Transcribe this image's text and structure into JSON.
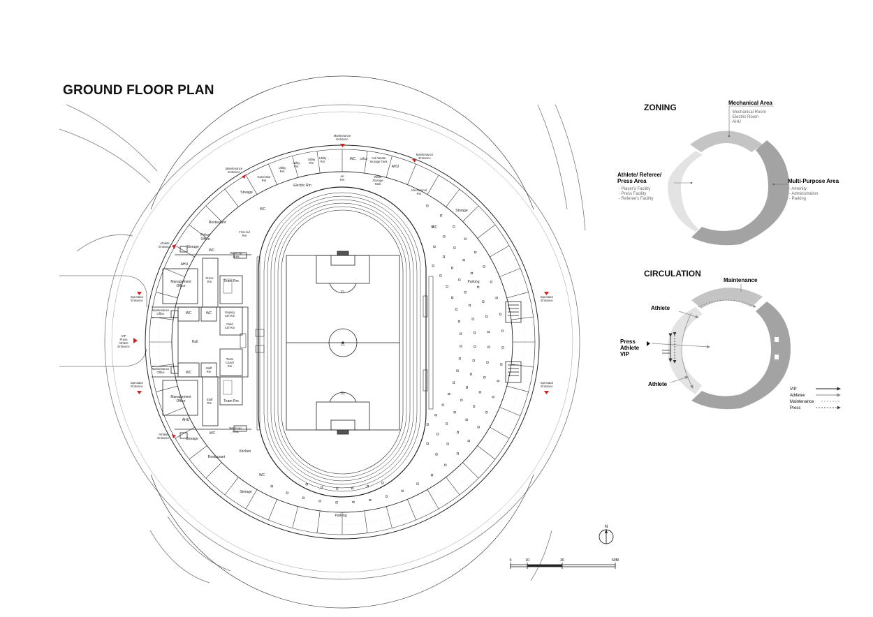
{
  "plan_title": "GROUND FLOOR PLAN",
  "rooms": {
    "maintenance_entrance_top": [
      "Maintenance",
      "Entrance"
    ],
    "maintenance_entrance_nw": [
      "Maintenance",
      "Entrance"
    ],
    "maintenance_entrance_ne": [
      "Maintenance",
      "Entrance"
    ],
    "generator_rm": [
      "Generator",
      "Rm"
    ],
    "utility_rm_1": [
      "Utility",
      "Rm"
    ],
    "utility_rm_2": [
      "Utility",
      "Rm"
    ],
    "utility_rm_3": [
      "Utility",
      "Rm"
    ],
    "wc_top": "WC",
    "office_top": "Office",
    "anti_waste_storage": [
      "Anti Waste",
      "Storage Tank"
    ],
    "ahu_top": "AHU",
    "electric_rm": "Electric Rm",
    "air_rm": [
      "Air",
      "Rm"
    ],
    "water_storage_tank": [
      "Water",
      "Storage",
      "Tank"
    ],
    "mechanical_rm": [
      "Mechanical",
      "Rm"
    ],
    "storage_nw": "Storage",
    "wc_nw": "WC",
    "storage_ne": "Storage",
    "wc_ne": "WC",
    "restaurant_n": "Restaurant",
    "first_aid_rm": [
      "First Aid",
      "Rm"
    ],
    "police_office": [
      "Police",
      "Office"
    ],
    "athlete_entrance_n": [
      "Athlete",
      "Entrance"
    ],
    "storage_w1": "Storage",
    "wc_w1": "WC",
    "warmup_area_n": [
      "Warm-up",
      "Area"
    ],
    "ahu_w1": "AHU",
    "management_office_n": [
      "Management",
      "Office"
    ],
    "press_rm": [
      "Press",
      "Rm"
    ],
    "team_rm_n": "Team Rm",
    "spectator_entrance_nw": [
      "Spectator",
      "Entrance"
    ],
    "maintenance_office_n": [
      "Maintenance",
      "Office"
    ],
    "wc_w2": "WC",
    "wc_w3": "WC",
    "doping_ctrl_rm": [
      "Doping",
      "Ctrl Rm"
    ],
    "field_ctrl_rm": [
      "Field",
      "Ctrl Rm"
    ],
    "vip_press_athlete_entrance": [
      "VIP",
      "Press",
      "Athlete",
      "Entrance"
    ],
    "hall": "Hall",
    "maintenance_office_s": [
      "Maintenance",
      "Office"
    ],
    "wc_w4": "WC",
    "staff_rm_1": [
      "Staff",
      "Rm"
    ],
    "team_coach_rm": [
      "Team",
      "Coach",
      "Rm"
    ],
    "spectator_entrance_sw": [
      "Spectator",
      "Entrance"
    ],
    "management_office_s": [
      "Management",
      "Office"
    ],
    "staff_rm_2": [
      "Staff",
      "Rm"
    ],
    "team_rm_s": "Team Rm",
    "ahu_w2": "AHU",
    "athlete_entrance_s": [
      "Athlete",
      "Entrance"
    ],
    "storage_w2": "Storage",
    "wc_w5": "WC",
    "warmup_area_s": [
      "Warm-up",
      "Area"
    ],
    "restaurant_s": "Restaurant",
    "kitchen": "Kitchen",
    "wc_sw": "WC",
    "storage_sw": "Storage",
    "parking_e": "Parking",
    "parking_s": "Parking",
    "spectator_entrance_ne": [
      "Spectator",
      "Entrance"
    ],
    "spectator_entrance_se": [
      "Spectator",
      "Entrance"
    ],
    "cl_top": "CL",
    "cl_center": "CL",
    "cl_bottom": "CL"
  },
  "north_arrow": "N",
  "scale_bar": {
    "ticks": [
      "0",
      "10",
      "30",
      "60M"
    ]
  },
  "zoning": {
    "title": "ZONING",
    "zones": [
      {
        "name": "Mechanical Area",
        "items": [
          "- Mechanical Room",
          "- Electric Room",
          "- AHU"
        ],
        "color": "#c4c4c4"
      },
      {
        "name_lines": [
          "Athlete/ Referee/",
          "Press Area"
        ],
        "items": [
          "- Player's Facility",
          "- Press Facility",
          "- Referee's Facility"
        ],
        "color": "#e3e3e3"
      },
      {
        "name": "Multi-Purpose Area",
        "items": [
          "- Amenity",
          "- Administration",
          "- Parking"
        ],
        "color": "#a3a3a3"
      }
    ]
  },
  "circulation": {
    "title": "CIRCULATION",
    "labels": {
      "maintenance": "Maintenance",
      "athlete_top": "Athlete",
      "athlete_bottom": "Athlete",
      "entry": [
        "Press",
        "Athlete",
        "VIP"
      ]
    },
    "legend": [
      "VIP",
      "Athletev",
      "Maintenance",
      "Press"
    ]
  }
}
